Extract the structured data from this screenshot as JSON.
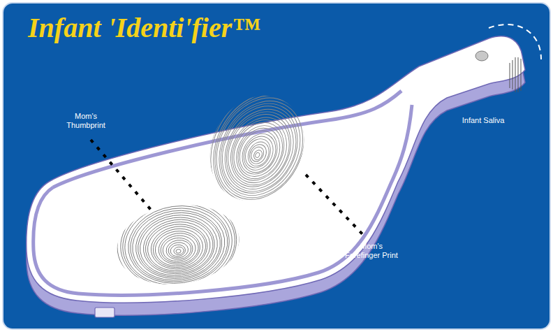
{
  "diagram": {
    "title": "Infant 'Identi'fier™",
    "labels": [
      "Mom's Thumbprint",
      "Infant Saliva",
      "Mom's Forefinger Print"
    ]
  }
}
